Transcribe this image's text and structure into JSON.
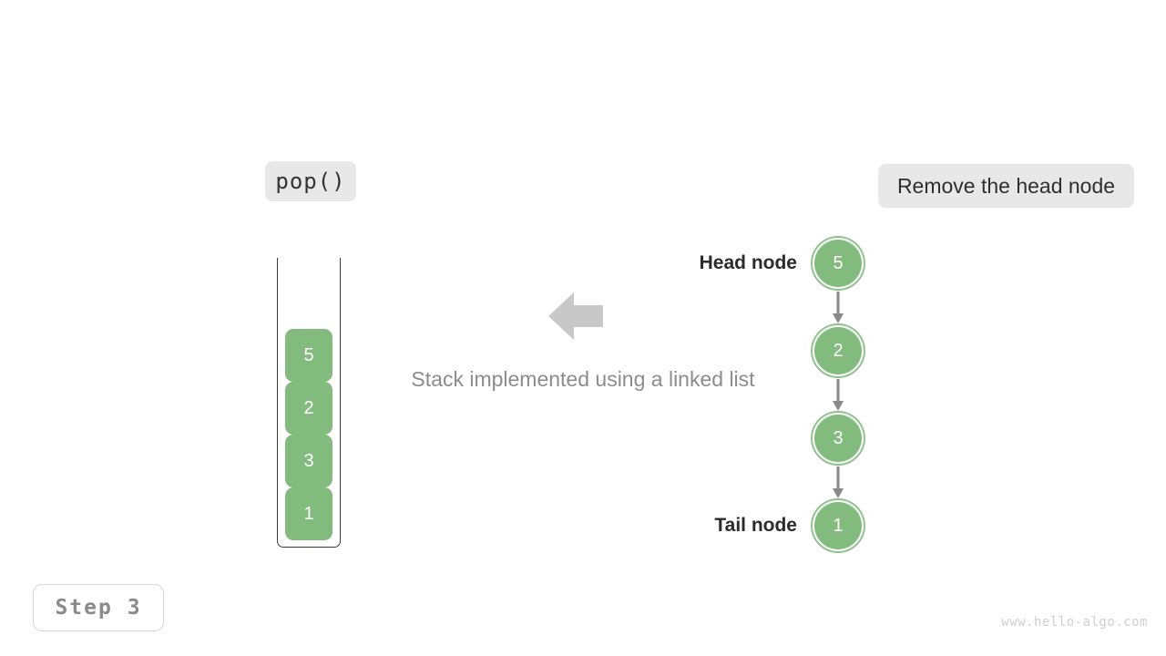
{
  "operation": {
    "label": "pop()"
  },
  "action": {
    "label": "Remove the head node"
  },
  "step": {
    "label": "Step 3"
  },
  "watermark": {
    "text": "www.hello-algo.com"
  },
  "caption": {
    "text": "Stack implemented using a linked list"
  },
  "stack": {
    "name": "stack-figure",
    "blocks": [
      {
        "value": "5"
      },
      {
        "value": "2"
      },
      {
        "value": "3"
      },
      {
        "value": "1"
      }
    ]
  },
  "linked_list": {
    "head_label": "Head node",
    "tail_label": "Tail node",
    "nodes": [
      {
        "value": "5"
      },
      {
        "value": "2"
      },
      {
        "value": "3"
      },
      {
        "value": "1"
      }
    ]
  },
  "arrow": {
    "direction": "left"
  },
  "colors": {
    "node_fill": "#83bb7f",
    "node_ring": "#8fc48b",
    "node_text": "#ffffff",
    "chip_bg": "#e8e8e8",
    "caption_text": "#8c8c8c",
    "arrow_gray": "#c8c8c8",
    "link_gray": "#8a8a8a",
    "container_border": "#3a3a3a",
    "watermark_text": "#cfcfcf"
  }
}
